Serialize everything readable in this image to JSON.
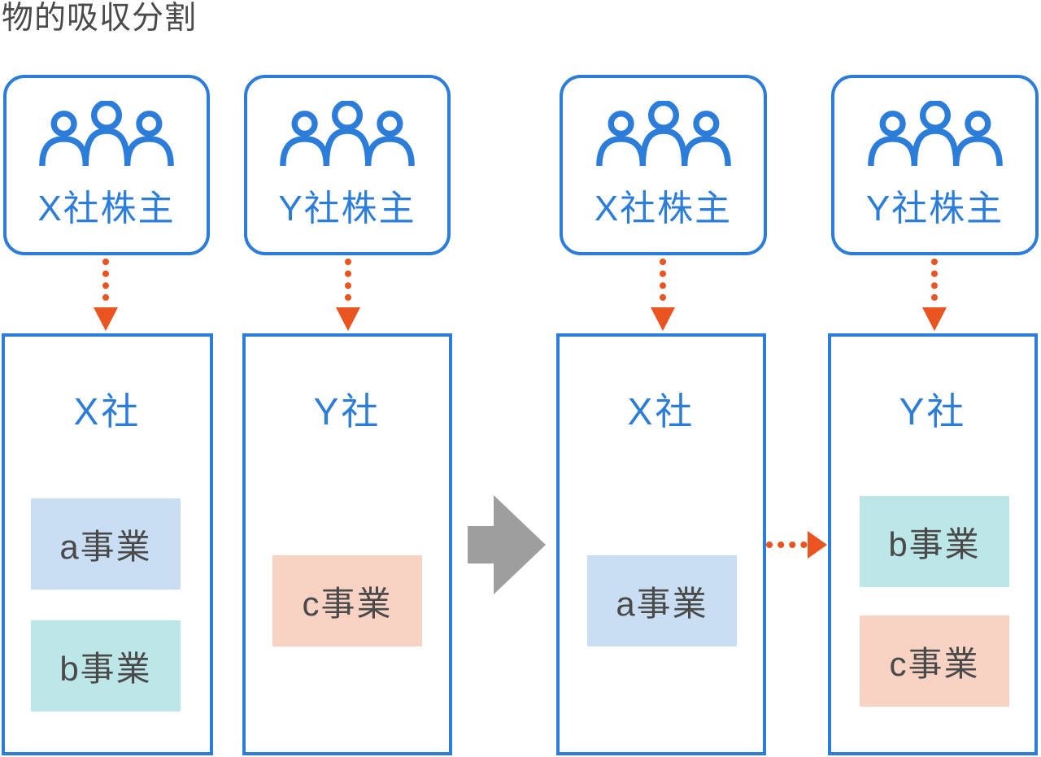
{
  "title": "物的吸収分割",
  "before": {
    "x_shareholders": "X社株主",
    "y_shareholders": "Y社株主",
    "x_company": "X社",
    "y_company": "Y社",
    "x_business_1": "a事業",
    "x_business_2": "b事業",
    "y_business_1": "c事業"
  },
  "after": {
    "x_shareholders": "X社株主",
    "y_shareholders": "Y社株主",
    "x_company": "X社",
    "y_company": "Y社",
    "x_business_1": "a事業",
    "y_business_1": "b事業",
    "y_business_2": "c事業"
  },
  "icons": {
    "people": "shareholders-people-icon",
    "ownership_arrow": "dotted-down-arrow-icon",
    "transfer_arrow": "dotted-right-arrow-icon",
    "transform_arrow": "gray-right-block-arrow-icon"
  },
  "colors": {
    "primary_blue": "#2b7dd9",
    "arrow_orange": "#ea5420",
    "transform_arrow_gray": "#9e9e9e",
    "business_a_bg": "#c9def2",
    "business_b_bg": "#bde6e8",
    "business_c_bg": "#f8d2c2",
    "text_dark": "#4a4a4a"
  }
}
